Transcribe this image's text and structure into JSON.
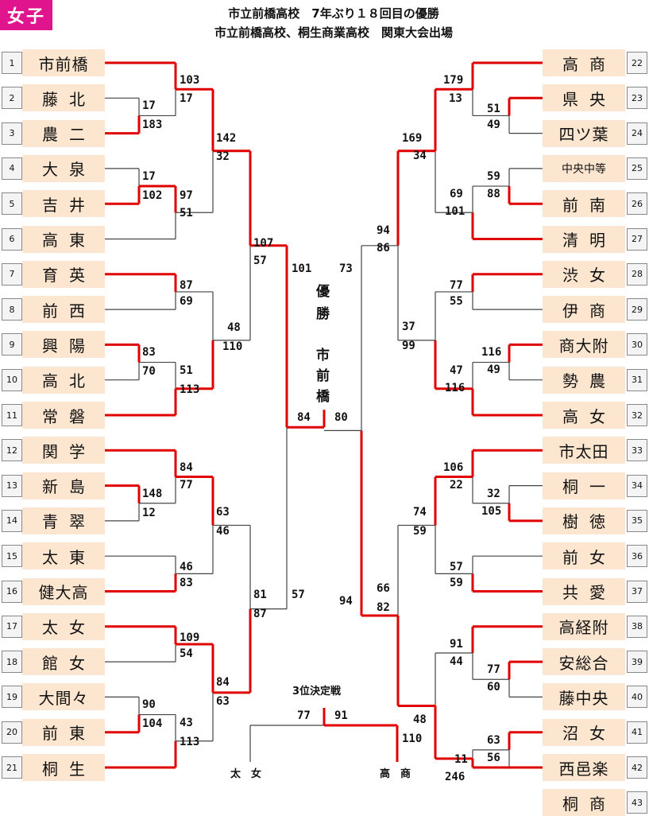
{
  "badge": "女子",
  "title_line1": "市立前橋高校　7年ぶり１８回目の優勝",
  "title_line2": "市立前橋高校、桐生商業高校　関東大会出場",
  "champion_label": [
    "優",
    "勝"
  ],
  "champion_name": [
    "市",
    "前",
    "橋"
  ],
  "third_place_title": "3位決定戦",
  "third_place_left": "太　女",
  "third_place_right": "高　商",
  "third_place_scores": [
    "77",
    "91"
  ],
  "final_scores": [
    "84",
    "80"
  ],
  "semi_scores": [
    "101",
    "73",
    "57",
    "94"
  ],
  "left_teams": [
    {
      "no": "1",
      "name": "市前橋"
    },
    {
      "no": "2",
      "name": "藤北"
    },
    {
      "no": "3",
      "name": "農二"
    },
    {
      "no": "4",
      "name": "大泉"
    },
    {
      "no": "5",
      "name": "吉井"
    },
    {
      "no": "6",
      "name": "高東"
    },
    {
      "no": "7",
      "name": "育英"
    },
    {
      "no": "8",
      "name": "前西"
    },
    {
      "no": "9",
      "name": "興陽"
    },
    {
      "no": "10",
      "name": "高北"
    },
    {
      "no": "11",
      "name": "常磐"
    },
    {
      "no": "12",
      "name": "関学"
    },
    {
      "no": "13",
      "name": "新島"
    },
    {
      "no": "14",
      "name": "青翠"
    },
    {
      "no": "15",
      "name": "太東"
    },
    {
      "no": "16",
      "name": "健大高"
    },
    {
      "no": "17",
      "name": "太女"
    },
    {
      "no": "18",
      "name": "館女"
    },
    {
      "no": "19",
      "name": "大間々"
    },
    {
      "no": "20",
      "name": "前東"
    },
    {
      "no": "21",
      "name": "桐生"
    }
  ],
  "right_teams": [
    {
      "no": "22",
      "name": "高商"
    },
    {
      "no": "23",
      "name": "県央"
    },
    {
      "no": "24",
      "name": "四ツ葉"
    },
    {
      "no": "25",
      "name": "中央中等"
    },
    {
      "no": "26",
      "name": "前南"
    },
    {
      "no": "27",
      "name": "清明"
    },
    {
      "no": "28",
      "name": "渋女"
    },
    {
      "no": "29",
      "name": "伊商"
    },
    {
      "no": "30",
      "name": "商大附"
    },
    {
      "no": "31",
      "name": "勢農"
    },
    {
      "no": "32",
      "name": "高女"
    },
    {
      "no": "33",
      "name": "市太田"
    },
    {
      "no": "34",
      "name": "桐一"
    },
    {
      "no": "35",
      "name": "樹徳"
    },
    {
      "no": "36",
      "name": "前女"
    },
    {
      "no": "37",
      "name": "共愛"
    },
    {
      "no": "38",
      "name": "高経附"
    },
    {
      "no": "39",
      "name": "安総合"
    },
    {
      "no": "40",
      "name": "藤中央"
    },
    {
      "no": "41",
      "name": "沼女"
    },
    {
      "no": "42",
      "name": "西邑楽"
    },
    {
      "no": "43",
      "name": "桐商"
    }
  ],
  "left_matches": [
    {
      "top": "17",
      "bottom": "183"
    },
    {
      "top": "17",
      "bottom": "102"
    },
    {
      "top": "83",
      "bottom": "70"
    },
    {
      "top": "148",
      "bottom": "12"
    },
    {
      "top": "90",
      "bottom": "104"
    },
    {
      "top": "103",
      "bottom": "17"
    },
    {
      "top": "97",
      "bottom": "51"
    },
    {
      "top": "87",
      "bottom": "69"
    },
    {
      "top": "51",
      "bottom": "113"
    },
    {
      "top": "84",
      "bottom": "77"
    },
    {
      "top": "46",
      "bottom": "83"
    },
    {
      "top": "109",
      "bottom": "54"
    },
    {
      "top": "43",
      "bottom": "113"
    },
    {
      "top": "142",
      "bottom": "32"
    },
    {
      "top": "48",
      "bottom": "110"
    },
    {
      "top": "63",
      "bottom": "46"
    },
    {
      "top": "84",
      "bottom": "63"
    },
    {
      "top": "107",
      "bottom": "57"
    },
    {
      "top": "81",
      "bottom": "87"
    }
  ],
  "right_matches": [
    {
      "top": "51",
      "bottom": "49"
    },
    {
      "top": "59",
      "bottom": "88"
    },
    {
      "top": "116",
      "bottom": "49"
    },
    {
      "top": "32",
      "bottom": "105"
    },
    {
      "top": "77",
      "bottom": "60"
    },
    {
      "top": "63",
      "bottom": "56"
    },
    {
      "top": "179",
      "bottom": "13"
    },
    {
      "top": "69",
      "bottom": "101"
    },
    {
      "top": "77",
      "bottom": "55"
    },
    {
      "top": "47",
      "bottom": "116"
    },
    {
      "top": "106",
      "bottom": "22"
    },
    {
      "top": "57",
      "bottom": "59"
    },
    {
      "top": "91",
      "bottom": "44"
    },
    {
      "top": "11",
      "bottom": "246"
    },
    {
      "top": "169",
      "bottom": "34"
    },
    {
      "top": "37",
      "bottom": "99"
    },
    {
      "top": "74",
      "bottom": "59"
    },
    {
      "top": "48",
      "bottom": "110"
    },
    {
      "top": "94",
      "bottom": "86"
    },
    {
      "top": "66",
      "bottom": "82"
    }
  ],
  "colors": {
    "accent": "#e0148c",
    "win_line": "#e00000",
    "team_bg": "#fde6d0"
  }
}
